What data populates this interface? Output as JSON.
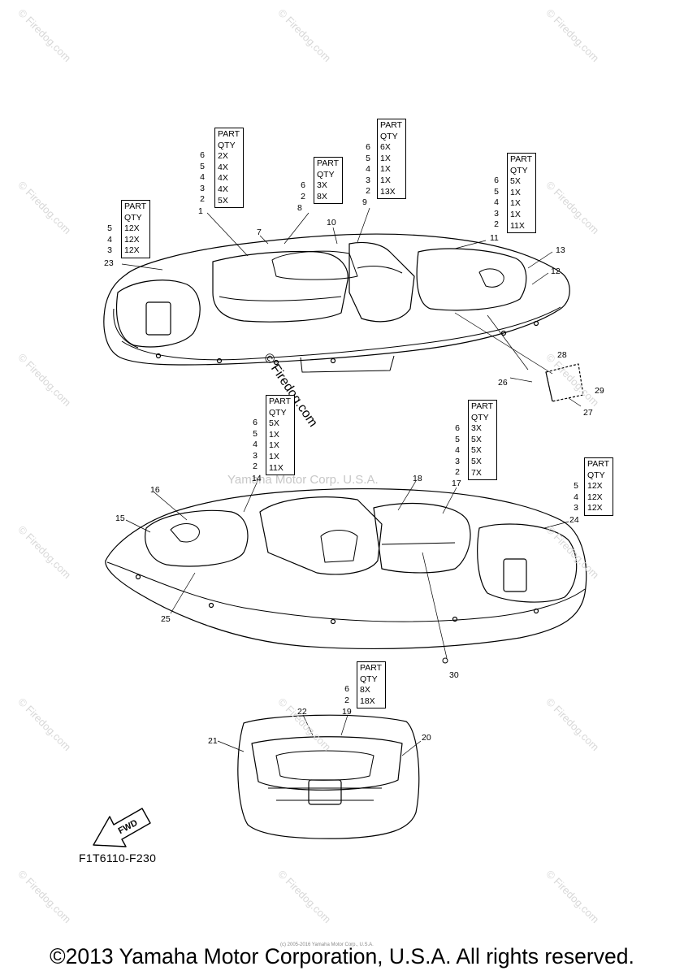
{
  "diagram_title_code": "F1T6110-F230",
  "fwd_label": "FWD",
  "watermark_text": "© Firedog.com",
  "center_watermark": "Yamaha Motor Corp. U.S.A.",
  "tiny_copyright": "(c) 2005-2016 Yamaha Motor Corp., U.S.A.",
  "copyright": "©2013 Yamaha Motor Corporation, U.S.A. All rights reserved.",
  "tables": [
    {
      "id": "t1",
      "header": [
        "PART",
        "QTY"
      ],
      "parts": [
        "5",
        "4",
        "3"
      ],
      "qtys": [
        "12X",
        "12X",
        "12X"
      ],
      "leader": "23"
    },
    {
      "id": "t2",
      "header": [
        "PART",
        "QTY"
      ],
      "parts": [
        "6",
        "5",
        "4",
        "3",
        "2"
      ],
      "qtys": [
        "2X",
        "4X",
        "4X",
        "4X",
        "5X"
      ],
      "leader": "1"
    },
    {
      "id": "t3",
      "header": [
        "PART",
        "QTY"
      ],
      "parts": [
        "6",
        "2"
      ],
      "qtys": [
        "3X",
        "8X"
      ],
      "leader": "8"
    },
    {
      "id": "t4",
      "header": [
        "PART",
        "QTY"
      ],
      "parts": [
        "6",
        "5",
        "4",
        "3",
        "2"
      ],
      "qtys": [
        "6X",
        "1X",
        "1X",
        "1X",
        "13X"
      ],
      "leader": "9"
    },
    {
      "id": "t5",
      "header": [
        "PART",
        "QTY"
      ],
      "parts": [
        "6",
        "5",
        "4",
        "3",
        "2"
      ],
      "qtys": [
        "5X",
        "1X",
        "1X",
        "1X",
        "11X"
      ],
      "leader": "11"
    },
    {
      "id": "t6",
      "header": [
        "PART",
        "QTY"
      ],
      "parts": [
        "6",
        "5",
        "4",
        "3",
        "2"
      ],
      "qtys": [
        "5X",
        "1X",
        "1X",
        "1X",
        "11X"
      ],
      "leader": "14"
    },
    {
      "id": "t7",
      "header": [
        "PART",
        "QTY"
      ],
      "parts": [
        "6",
        "5",
        "4",
        "3",
        "2"
      ],
      "qtys": [
        "3X",
        "5X",
        "5X",
        "5X",
        "7X"
      ],
      "leader": "17"
    },
    {
      "id": "t8",
      "header": [
        "PART",
        "QTY"
      ],
      "parts": [
        "5",
        "4",
        "3"
      ],
      "qtys": [
        "12X",
        "12X",
        "12X"
      ],
      "leader": "24"
    },
    {
      "id": "t9",
      "header": [
        "PART",
        "QTY"
      ],
      "parts": [
        "6",
        "2"
      ],
      "qtys": [
        "8X",
        "18X"
      ],
      "leader": "19"
    }
  ],
  "callouts": [
    "7",
    "10",
    "12",
    "13",
    "26",
    "27",
    "28",
    "29",
    "15",
    "16",
    "18",
    "25",
    "30",
    "20",
    "21",
    "22"
  ]
}
